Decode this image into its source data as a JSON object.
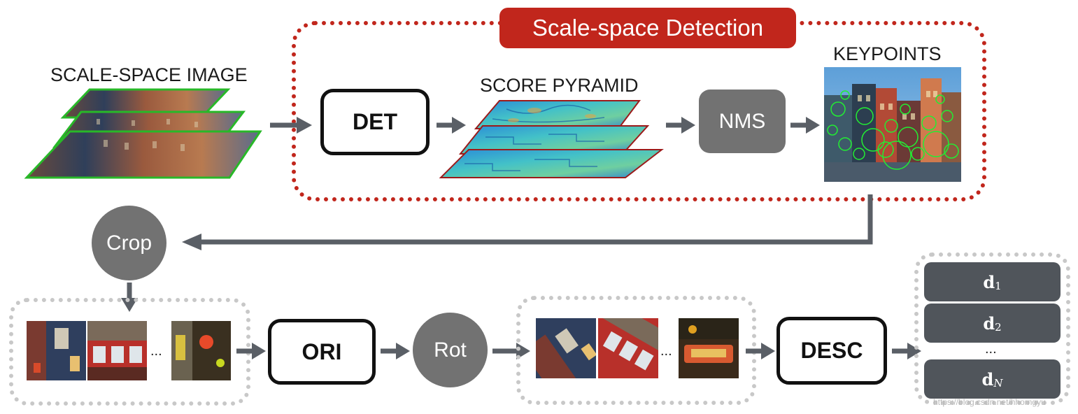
{
  "detection": {
    "title": "Scale-space Detection",
    "scale_space_image_label": "SCALE-SPACE IMAGE",
    "score_pyramid_label": "SCORE PYRAMID",
    "keypoints_label": "KEYPOINTS",
    "det_label": "DET",
    "nms_label": "NMS"
  },
  "crop_label": "Crop",
  "ori_label": "ORI",
  "rot_label": "Rot",
  "desc_label": "DESC",
  "ellipsis": "...",
  "descriptors": {
    "d1": {
      "base": "d",
      "sub": "1"
    },
    "d2": {
      "base": "d",
      "sub": "2"
    },
    "dn": {
      "base": "d",
      "sub": "N"
    },
    "ellipsis": "..."
  },
  "watermark": "https://blog.csdn.net/hhorngyu",
  "colors": {
    "accent_red": "#c1261c",
    "node_grey": "#727272",
    "arrow_grey": "#5a5f66",
    "dash_grey": "#c8c8c8",
    "descriptor_grey": "#50555b",
    "image_border_green": "#28b828"
  }
}
